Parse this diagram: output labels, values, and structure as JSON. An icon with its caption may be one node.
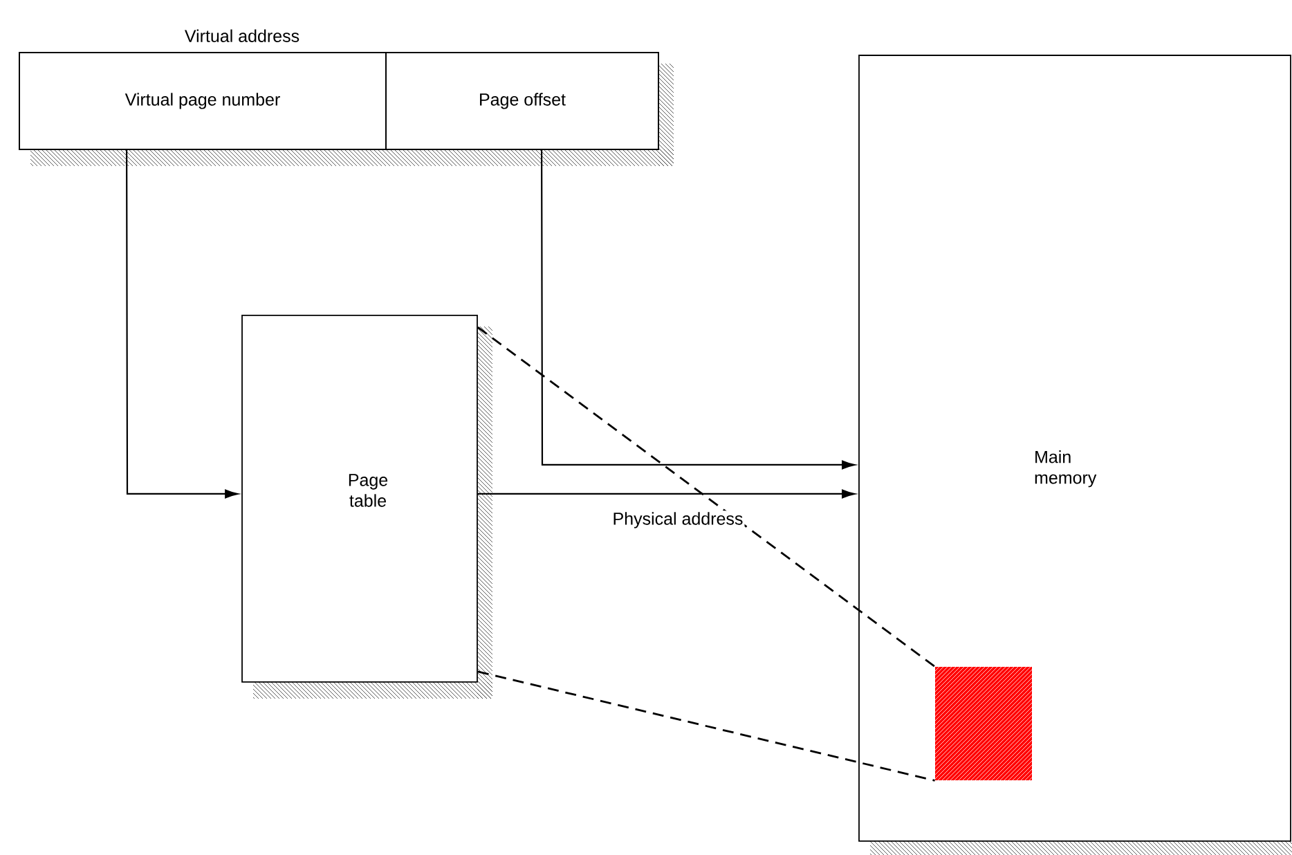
{
  "diagram": {
    "nodes": [
      {
        "text": [
          "Virtual address"
        ]
      },
      {
        "text": [
          "Virtual page number"
        ],
        "in": 0
      },
      {
        "text": [
          "Page offset"
        ],
        "in": 0
      },
      {
        "text": [
          "Page table"
        ]
      },
      {
        "text": [
          "Main memory"
        ]
      },
      {
        "text": [],
        "shape": "box",
        "in": 4
      }
    ],
    "edges": [
      {
        "from": 1,
        "to": 3,
        "arrow": "to"
      },
      {
        "from": 2,
        "to": 4,
        "arrow": "to"
      },
      {
        "from": 3,
        "to": 4,
        "arrow": "to",
        "label": "Physical address"
      },
      {
        "from": 3,
        "to": 5,
        "arrow": "none",
        "style": "dashed"
      },
      {
        "from": 3,
        "to": 5,
        "arrow": "none",
        "style": "dashed"
      }
    ]
  }
}
